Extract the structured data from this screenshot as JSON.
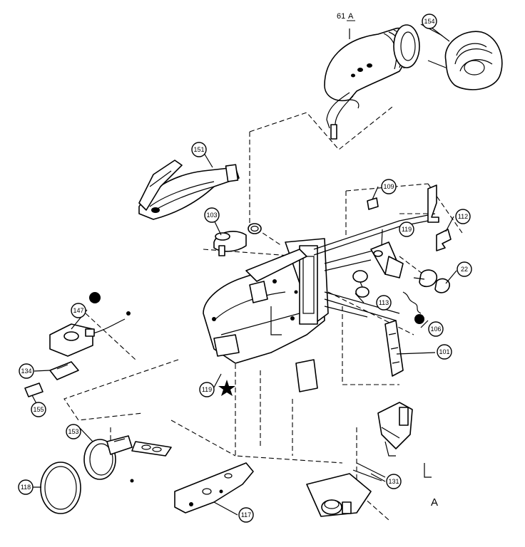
{
  "view_label": "A",
  "view_ref_label": "61",
  "callouts": [
    {
      "number": "154"
    },
    {
      "number": "151"
    },
    {
      "number": "109"
    },
    {
      "number": "112"
    },
    {
      "number": "103"
    },
    {
      "number": "119"
    },
    {
      "number": "22"
    },
    {
      "number": "113"
    },
    {
      "number": "106"
    },
    {
      "number": "101"
    },
    {
      "number": "147"
    },
    {
      "number": "134"
    },
    {
      "number": "155"
    },
    {
      "number": "119"
    },
    {
      "number": "153"
    },
    {
      "number": "118"
    },
    {
      "number": "117"
    },
    {
      "number": "131"
    }
  ]
}
